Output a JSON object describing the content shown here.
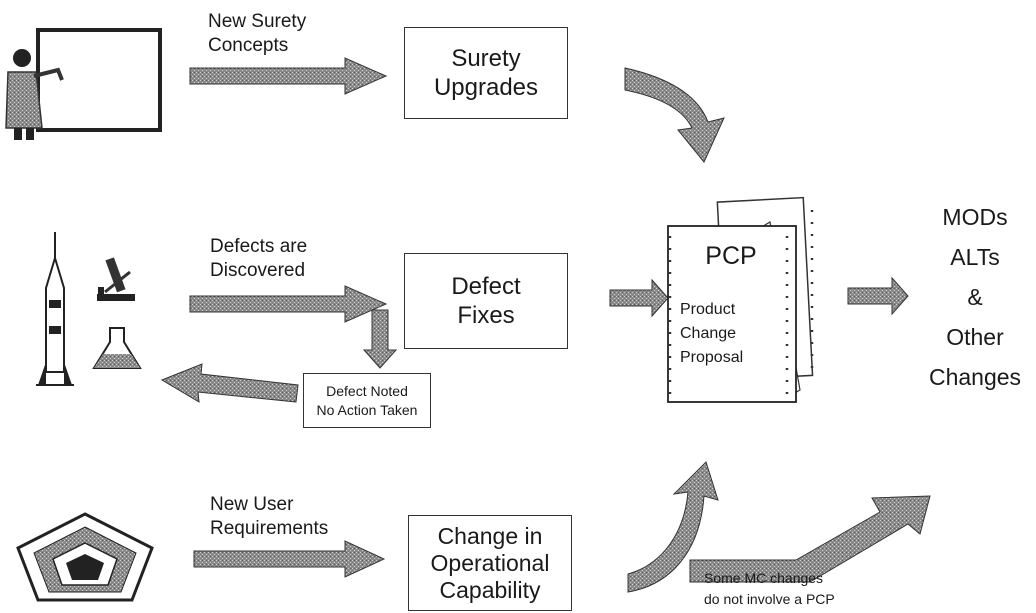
{
  "labels": {
    "new_concepts": [
      "New Surety",
      "Concepts"
    ],
    "defects_discovered": [
      "Defects are",
      "Discovered"
    ],
    "new_requirements": [
      "New User",
      "Requirements"
    ],
    "some_mc": [
      "Some MC changes",
      "do not involve a PCP"
    ]
  },
  "boxes": {
    "surety": [
      "Surety",
      "Upgrades"
    ],
    "defect": [
      "Defect",
      "Fixes"
    ],
    "noted": [
      "Defect Noted",
      "No Action Taken"
    ],
    "change": [
      "Change in",
      "Operational",
      "Capability"
    ]
  },
  "pcp": {
    "title": "PCP",
    "lines": [
      "Product",
      "Change",
      "Proposal"
    ]
  },
  "outputs": [
    "MODs",
    "ALTs",
    "&",
    "Other",
    "Changes"
  ],
  "icons": [
    "presenter-icon",
    "rocket-icon",
    "microscope-icon",
    "flask-icon",
    "pentagon-icon"
  ]
}
